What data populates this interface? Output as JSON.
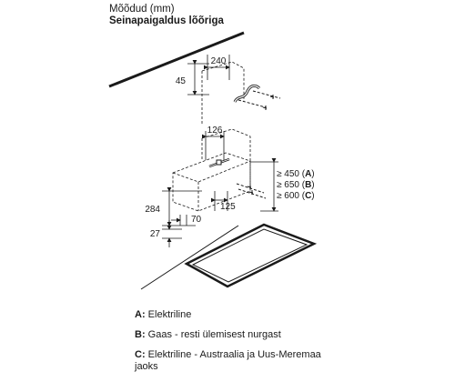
{
  "header": {
    "title": "Mõõdud (mm)",
    "subtitle": "Seinapaigaldus lõõriga"
  },
  "dimensions": {
    "d240": "240",
    "d45": "45",
    "d126": "126",
    "d284": "284",
    "d70": "70",
    "d125": "125",
    "d27": "27"
  },
  "clearance": {
    "a": {
      "value": "≥ 450 (",
      "letter": "A",
      "close": ")"
    },
    "b": {
      "value": "≥ 650 (",
      "letter": "B",
      "close": ")"
    },
    "c": {
      "value": "≥ 600 (",
      "letter": "C",
      "close": ")"
    }
  },
  "legend": [
    {
      "key": "A:",
      "text": "Elektriline"
    },
    {
      "key": "B:",
      "text": "Gaas - resti ülemisest nurgast"
    },
    {
      "key": "C:",
      "text": "Elektriline - Austraalia ja Uus-Meremaa jaoks"
    }
  ]
}
